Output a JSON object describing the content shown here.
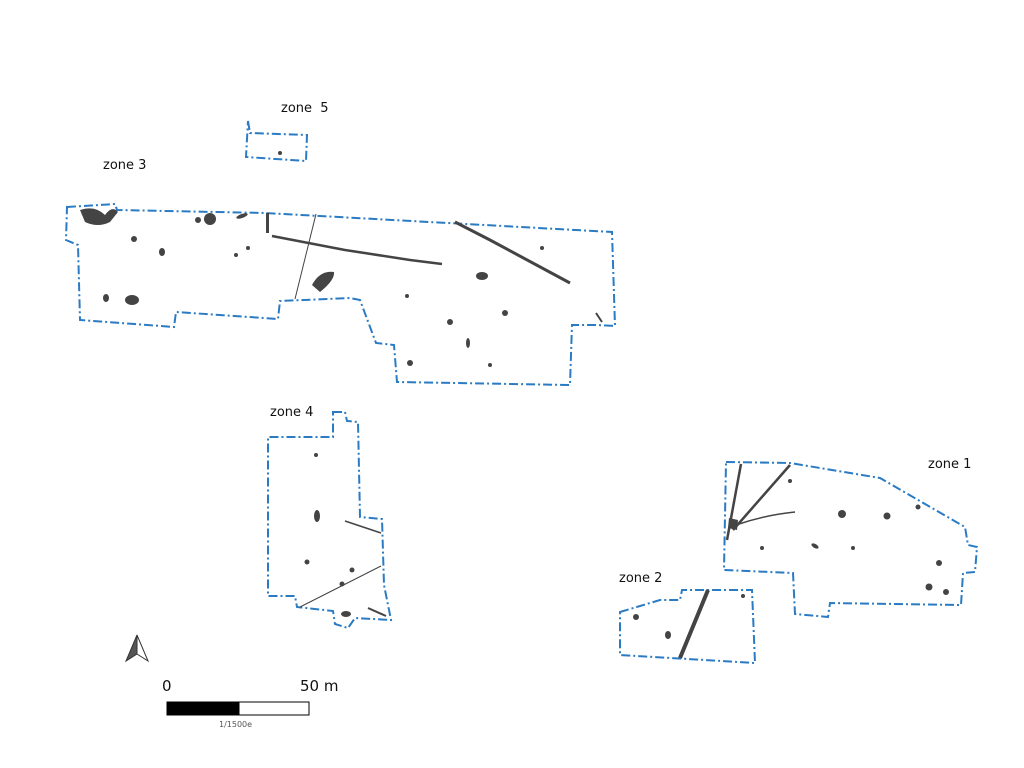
{
  "zones": [
    {
      "label": "zone 1"
    },
    {
      "label": "zone 2"
    },
    {
      "label": "zone 3"
    },
    {
      "label": "zone 4"
    },
    {
      "label": "zone  5"
    }
  ],
  "scale_bar": {
    "start_label": "0",
    "end_label": "50 m",
    "ratio": "1/1500e"
  },
  "north_arrow": {
    "icon": "north-arrow-icon"
  },
  "colors": {
    "boundary": "#2a7bc4",
    "features": "#444444"
  }
}
